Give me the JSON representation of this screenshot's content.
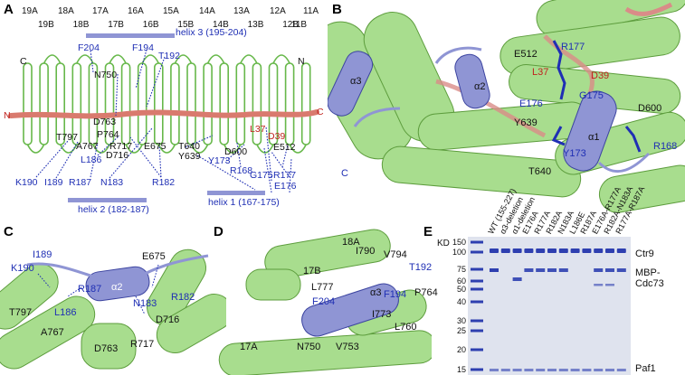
{
  "panels": {
    "A": {
      "letter": "A",
      "top_row": [
        "19A",
        "18A",
        "17A",
        "16A",
        "15A",
        "14A",
        "13A",
        "12A",
        "11A"
      ],
      "bottom_row": [
        "19B",
        "18B",
        "17B",
        "16B",
        "15B",
        "14B",
        "13B",
        "12B",
        "11B"
      ],
      "helix3": "helix 3 (195-204)",
      "helix2": "helix 2 (182-187)",
      "helix1": "helix 1 (167-175)",
      "termini": {
        "c_left": "C",
        "n_right": "N",
        "n_left": "N",
        "c_right": "C"
      },
      "residues": {
        "F204": "F204",
        "F194": "F194",
        "T192": "T192",
        "N750": "N750",
        "D763": "D763",
        "P764": "P764",
        "T797": "T797",
        "A767": "A767",
        "R717": "R717",
        "E675": "E675",
        "D716": "D716",
        "L186": "L186",
        "T640": "T640",
        "Y639": "Y639",
        "D600": "D600",
        "L37": "L37",
        "D39": "D39",
        "E512": "E512",
        "Y173": "Y173",
        "R168": "R168",
        "G175": "G175",
        "R177": "R177",
        "K190": "K190",
        "I189": "I189",
        "R187": "R187",
        "N183": "N183",
        "R182": "R182",
        "E176": "E176"
      }
    },
    "B": {
      "letter": "B",
      "labels": {
        "a3": "α3",
        "a2": "α2",
        "a1": "α1",
        "c": "C",
        "R177": "R177",
        "E512": "E512",
        "L37": "L37",
        "D39": "D39",
        "G175": "G175",
        "E176": "E176",
        "Y639": "Y639",
        "D600": "D600",
        "Y173": "Y173",
        "R168": "R168",
        "T640": "T640"
      }
    },
    "C": {
      "letter": "C",
      "labels": {
        "I189": "I189",
        "K190": "K190",
        "R187": "R187",
        "a2": "α2",
        "E675": "E675",
        "R182": "R182",
        "N183": "N183",
        "L186": "L186",
        "T797": "T797",
        "A767": "A767",
        "D716": "D716",
        "D763": "D763",
        "R717": "R717"
      }
    },
    "D": {
      "letter": "D",
      "labels": {
        "h18A": "18A",
        "I790": "I790",
        "V794": "V794",
        "h17B": "17B",
        "T192": "T192",
        "L777": "L777",
        "a3": "α3",
        "F204": "F204",
        "F194": "F194",
        "P764": "P764",
        "I773": "I773",
        "L760": "L760",
        "h17A": "17A",
        "N750": "N750",
        "V753": "V753"
      }
    },
    "E": {
      "letter": "E",
      "kd_label": "KD",
      "markers": [
        "150",
        "100",
        "75",
        "60",
        "50",
        "40",
        "30",
        "25",
        "20",
        "15"
      ],
      "lanes": [
        "WT (155-227)",
        "α3-deletion",
        "α1-deletion",
        "E176A",
        "R177A",
        "R182A",
        "N183A",
        "L186E",
        "R187A",
        "E176A-R177A",
        "R182A-N183A",
        "R177A-R187A"
      ],
      "band_labels": {
        "ctr9": "Ctr9",
        "mbp": "MBP-",
        "cdc73": "Cdc73",
        "paf1": "Paf1"
      },
      "colors": {
        "gel_bg": "#dfe3ee",
        "band": "#2e3fb0"
      }
    }
  },
  "colors": {
    "helix_green": "#9fdc84",
    "helix_stroke": "#4a8c2e",
    "peptide": "#d97a6e",
    "helix_blue": "#8f95d4",
    "residue_blue": "#1f2fb4",
    "residue_red": "#c0231e"
  }
}
